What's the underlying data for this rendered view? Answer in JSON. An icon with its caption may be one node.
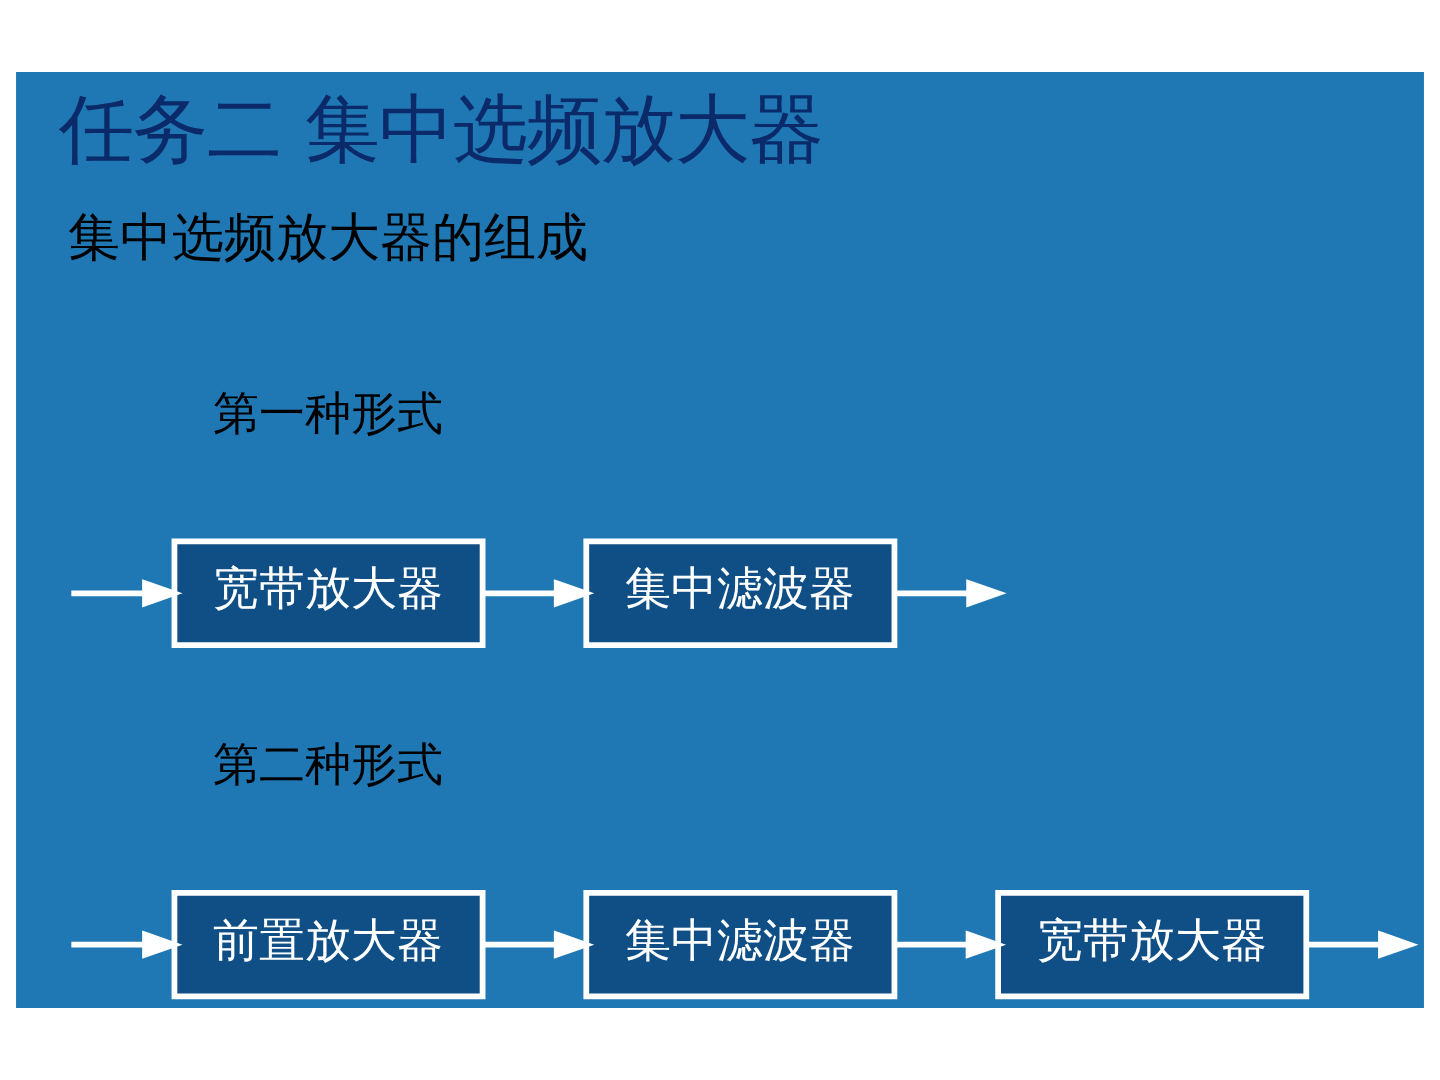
{
  "diagram": {
    "title": "任务二 集中选频放大器",
    "nodes": [
      {
        "text": [
          "宽带放大器"
        ]
      },
      {
        "text": [
          "集中滤波器"
        ]
      },
      {
        "text": [
          "前置放大器"
        ]
      },
      {
        "text": [
          "集中滤波器"
        ]
      },
      {
        "text": [
          "宽带放大器"
        ]
      }
    ],
    "edges": [
      {
        "from": null,
        "to": 0,
        "arrow": "to"
      },
      {
        "from": 0,
        "to": 1,
        "arrow": "to"
      },
      {
        "from": 1,
        "to": null,
        "arrow": "to"
      },
      {
        "from": null,
        "to": 2,
        "arrow": "to"
      },
      {
        "from": 2,
        "to": 3,
        "arrow": "to"
      },
      {
        "from": 3,
        "to": 4,
        "arrow": "to"
      },
      {
        "from": 4,
        "to": null,
        "arrow": "to"
      }
    ],
    "labels": [
      "集中选频放大器的组成",
      "第一种形式",
      "第二种形式"
    ]
  }
}
